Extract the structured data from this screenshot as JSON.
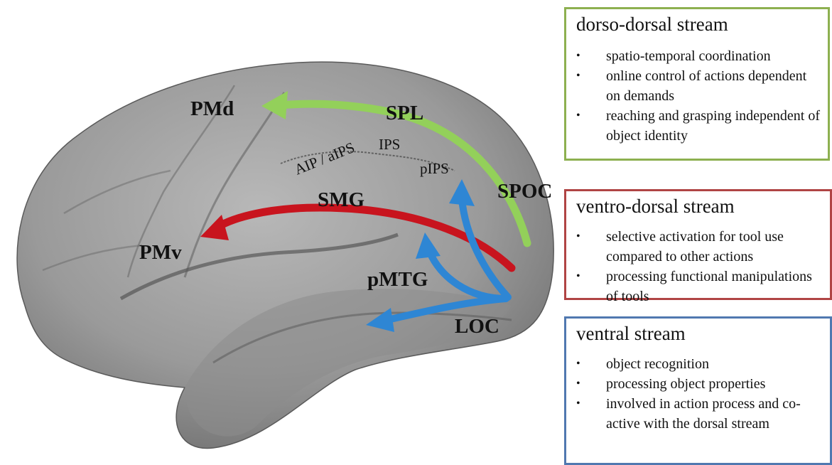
{
  "brain_labels": {
    "pmd": "PMd",
    "spl": "SPL",
    "aip": "AIP / aIPS",
    "ips": "IPS",
    "pips": "pIPS",
    "spoc": "SPOC",
    "smg": "SMG",
    "pmv": "PMv",
    "pmtg": "pMTG",
    "loc": "LOC"
  },
  "streams": {
    "dorso_dorsal": {
      "title": "dorso-dorsal  stream",
      "color": "#8db050",
      "arrow_color": "#93d05a",
      "items": [
        "spatio-temporal coordination",
        "online control of actions dependent on demands",
        "reaching and grasping independent of object identity"
      ]
    },
    "ventro_dorsal": {
      "title": "ventro-dorsal  stream",
      "color": "#b04444",
      "arrow_color": "#c8141e",
      "items": [
        "selective activation for tool use compared to other actions",
        "processing functional manipulations of tools"
      ]
    },
    "ventral": {
      "title": "ventral stream",
      "color": "#5078b0",
      "arrow_color": "#2e86d4",
      "items": [
        "object recognition",
        "processing object properties",
        "involved in action process and co-active with the dorsal stream"
      ]
    }
  }
}
